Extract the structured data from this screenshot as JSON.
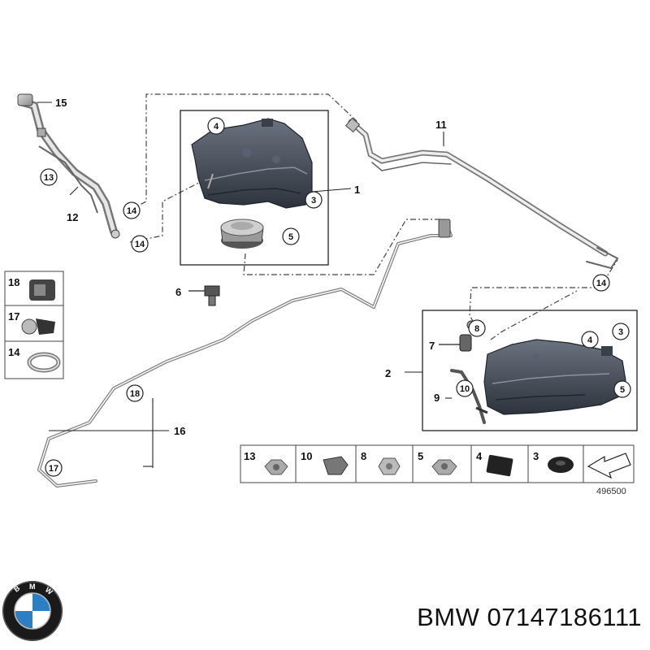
{
  "callouts": {
    "p1": "1",
    "p2": "2",
    "p3a": "3",
    "p3b": "3",
    "p4a": "4",
    "p4b": "4",
    "p5a": "5",
    "p5b": "5",
    "p6": "6",
    "p7": "7",
    "p8": "8",
    "p9": "9",
    "p10": "10",
    "p11": "11",
    "p12": "12",
    "p13": "13",
    "p14a": "14",
    "p14b": "14",
    "p14c": "14",
    "p15": "15",
    "p16": "16",
    "p17": "17",
    "p18": "18"
  },
  "side_legend": {
    "i18": "18",
    "i17": "17",
    "i14": "14"
  },
  "bottom_legend": {
    "i13": "13",
    "i10": "10",
    "i8": "8",
    "i5": "5",
    "i4": "4",
    "i3": "3"
  },
  "diagram_number": "496500",
  "brand": "BMW",
  "part_number": "07147186111",
  "colors": {
    "tank": "#4a5260",
    "tank_dark": "#2b313a",
    "line": "#555555"
  }
}
